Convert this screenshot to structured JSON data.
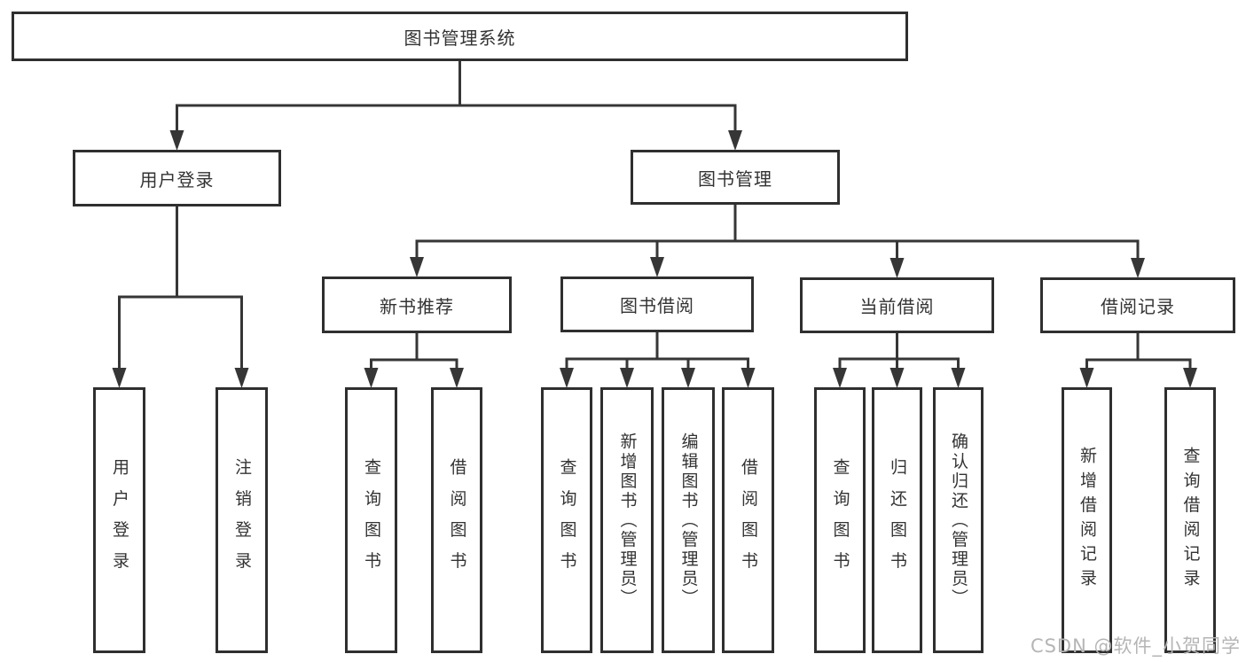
{
  "diagram": {
    "title": "图书管理系统",
    "watermark": "CSDN @软件_小贺同学",
    "colors": {
      "line": "#363636",
      "box_border": "#2f2f2f",
      "text": "#333333",
      "watermark": "#b5b5b5"
    },
    "nodes": [
      {
        "id": "root",
        "label": "图书管理系统",
        "parent": null
      },
      {
        "id": "user-login",
        "label": "用户登录",
        "parent": "root"
      },
      {
        "id": "book-management",
        "label": "图书管理",
        "parent": "root"
      },
      {
        "id": "user-login-op",
        "label": "用户登录",
        "parent": "user-login"
      },
      {
        "id": "logout-op",
        "label": "注销登录",
        "parent": "user-login"
      },
      {
        "id": "new-book-recommend",
        "label": "新书推荐",
        "parent": "book-management"
      },
      {
        "id": "book-borrow",
        "label": "图书借阅",
        "parent": "book-management"
      },
      {
        "id": "current-borrow",
        "label": "当前借阅",
        "parent": "book-management"
      },
      {
        "id": "borrow-record",
        "label": "借阅记录",
        "parent": "book-management"
      },
      {
        "id": "nbr-query-book",
        "label": "查询图书",
        "parent": "new-book-recommend"
      },
      {
        "id": "nbr-borrow-book",
        "label": "借阅图书",
        "parent": "new-book-recommend"
      },
      {
        "id": "bb-query-book",
        "label": "查询图书",
        "parent": "book-borrow"
      },
      {
        "id": "bb-add-book-admin",
        "label": "新增图书（管理员）",
        "parent": "book-borrow"
      },
      {
        "id": "bb-edit-book-admin",
        "label": "编辑图书（管理员）",
        "parent": "book-borrow"
      },
      {
        "id": "bb-borrow-book",
        "label": "借阅图书",
        "parent": "book-borrow"
      },
      {
        "id": "cb-query-book",
        "label": "查询图书",
        "parent": "current-borrow"
      },
      {
        "id": "cb-return-book",
        "label": "归还图书",
        "parent": "current-borrow"
      },
      {
        "id": "cb-confirm-return-admin",
        "label": "确认归还（管理员）",
        "parent": "current-borrow"
      },
      {
        "id": "br-add-record",
        "label": "新增借阅记录",
        "parent": "borrow-record"
      },
      {
        "id": "br-query-record",
        "label": "查询借阅记录",
        "parent": "borrow-record"
      }
    ]
  }
}
